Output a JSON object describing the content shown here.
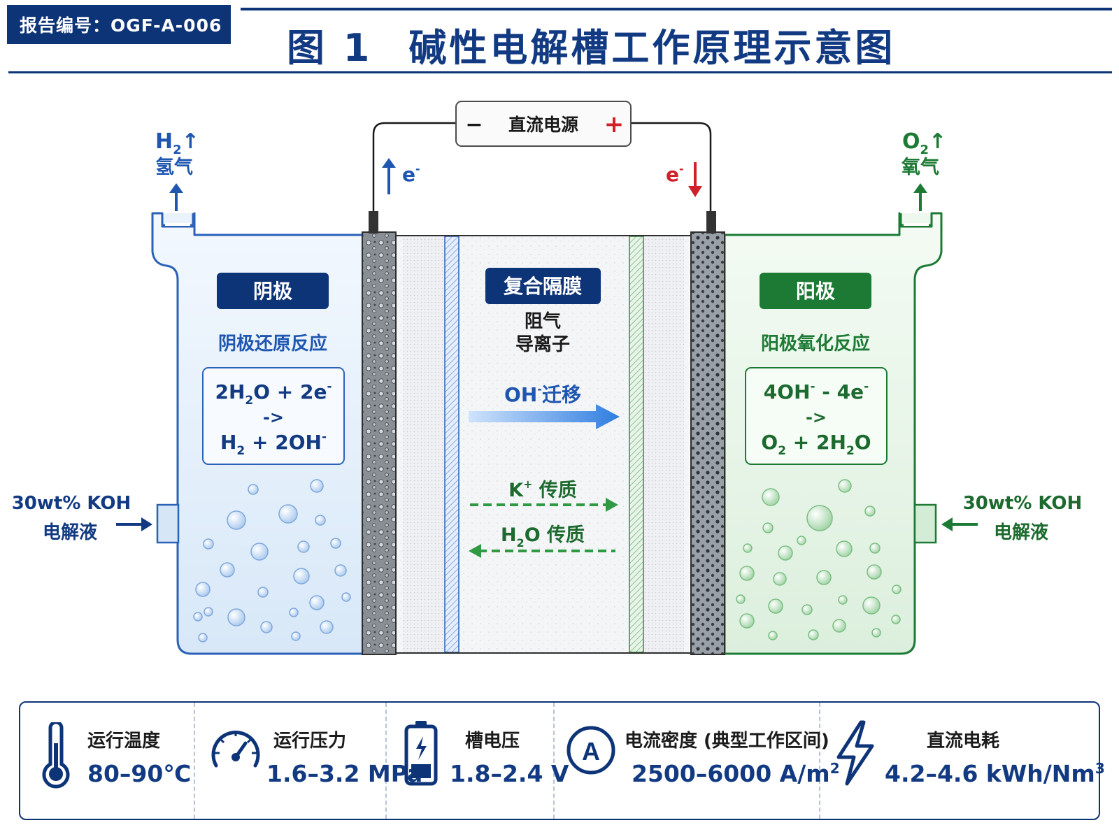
{
  "header": {
    "report_number": "报告编号：OGF-A-006",
    "figure_number": "图 1",
    "figure_title": "碱性电解槽工作原理示意图"
  },
  "diagram": {
    "power_supply": {
      "label": "直流电源",
      "minus": "−",
      "plus": "+"
    },
    "electron_left": "e",
    "electron_right": "e",
    "electron_sup": "-",
    "hydrogen_formula": "H",
    "hydrogen_sub": "2",
    "hydrogen_arrow": "↑",
    "hydrogen_label": "氢气",
    "oxygen_formula": "O",
    "oxygen_sub": "2",
    "oxygen_arrow": "↑",
    "oxygen_label": "氧气",
    "cathode": {
      "badge": "阴极",
      "subtitle": "阴极还原反应",
      "eq_line1": {
        "a": "2H",
        "b": "2",
        "c": "O + 2e",
        "d": "-"
      },
      "eq_arrow": "->",
      "eq_line3": {
        "a": "H",
        "b": "2",
        "c": " + 2OH",
        "d": "-"
      }
    },
    "anode": {
      "badge": "阳极",
      "subtitle": "阳极氧化反应",
      "eq_line1": {
        "a": "4OH",
        "b": "-",
        "c": " - 4e",
        "d": "-"
      },
      "eq_arrow": "->",
      "eq_line3": {
        "a": "O",
        "b": "2",
        "c": " + 2H",
        "d": "2",
        "e": "O"
      }
    },
    "membrane": {
      "badge": "复合隔膜",
      "line1": "阻气",
      "line2": "导离子",
      "oh": {
        "a": "OH",
        "b": "-",
        "c": "迁移"
      },
      "k": {
        "a": "K",
        "b": "+",
        "c": " 传质"
      },
      "h2o": {
        "a": "H",
        "b": "2",
        "c": "O 传质"
      }
    },
    "inlet_left": {
      "line1": "30wt% KOH",
      "line2": "电解液"
    },
    "inlet_right": {
      "line1": "30wt% KOH",
      "line2": "电解液"
    }
  },
  "stats": [
    {
      "icon": "thermometer-icon",
      "label": "运行温度",
      "value": "80–90℃"
    },
    {
      "icon": "pressure-gauge-icon",
      "label": "运行压力",
      "value": "1.6–3.2 MPa"
    },
    {
      "icon": "battery-icon",
      "label": "槽电压",
      "value": "1.8–2.4 V"
    },
    {
      "icon": "current-ammeter-icon",
      "label": "电流密度 (典型工作区间)",
      "icon_text": "A",
      "value_main": "2500–6000 A",
      "value_unit": "/m",
      "value_sup": "2"
    },
    {
      "icon": "lightning-bolt-icon",
      "label": "直流电耗",
      "value_main": "4.2–4.6 kWh/Nm",
      "value_sup": "3"
    }
  ],
  "colors": {
    "navy": "#0e3478",
    "blue": "#1e56b0",
    "green": "#1c7a34",
    "red": "#d0202a",
    "cathode_fill": "#e6f0fb",
    "anode_fill": "#e9f5ea"
  }
}
